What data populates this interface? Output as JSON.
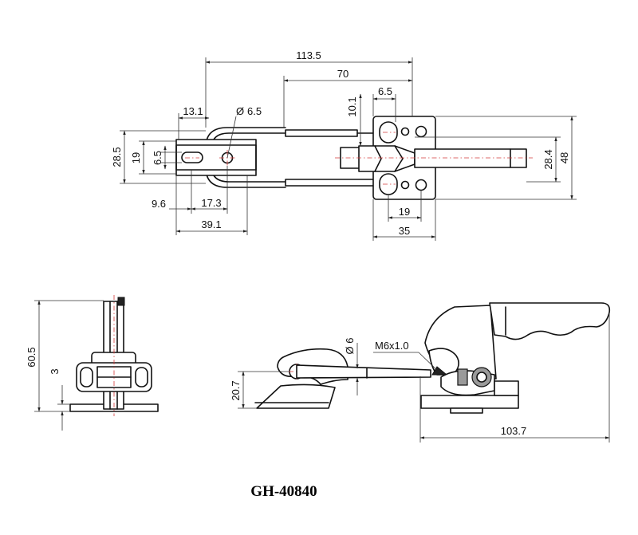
{
  "model": "GH-40840",
  "top_view": {
    "dims": {
      "overall_length": "113.5",
      "rod_length": "70",
      "pin_offset": "6.5",
      "hook_width": "13.1",
      "hole_dia": "6.5",
      "stroke_offset": "10.1",
      "side_height": "28.5",
      "inner_height": "19",
      "slot_height": "6.5",
      "hook_offset_a": "9.6",
      "hook_offset_b": "17.3",
      "hook_total": "39.1",
      "handle_height": "28.4",
      "base_height": "48",
      "base_hole_spacing": "19",
      "base_width": "35"
    },
    "diameter_symbol": "Ø"
  },
  "front_view": {
    "dims": {
      "height": "60.5",
      "base_thickness": "3"
    }
  },
  "side_view": {
    "dims": {
      "rod_dia": "6",
      "thread": "M6x1.0",
      "catch_height": "20.7",
      "overall_length": "103.7"
    },
    "diameter_symbol": "Ø"
  }
}
